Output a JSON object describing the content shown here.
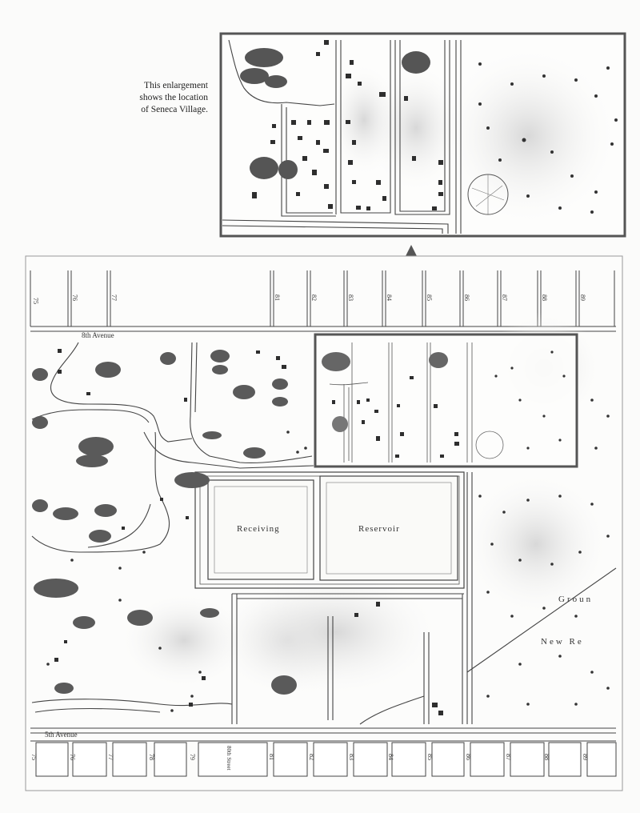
{
  "caption": {
    "line1": "This enlargement",
    "line2": "shows the location",
    "line3": "of Seneca Village."
  },
  "map": {
    "labels": {
      "eighth_avenue": "8th Avenue",
      "fifth_avenue": "5th Avenue",
      "receiving": "Receiving",
      "reservoir": "Reservoir",
      "ground": "Groun",
      "new_re": "New Re",
      "street_80": "80th Street"
    },
    "top_street_numbers": [
      "75",
      "76",
      "77",
      "81",
      "82",
      "83",
      "84",
      "85",
      "86",
      "87",
      "88",
      "89"
    ],
    "bottom_street_numbers": [
      "75",
      "76",
      "77",
      "78",
      "79",
      "81",
      "82",
      "83",
      "84",
      "85",
      "86",
      "87",
      "88",
      "89"
    ],
    "colors": {
      "highlight_frame": "#555555",
      "map_ink": "#333333",
      "paper": "#fbfbfa"
    }
  }
}
